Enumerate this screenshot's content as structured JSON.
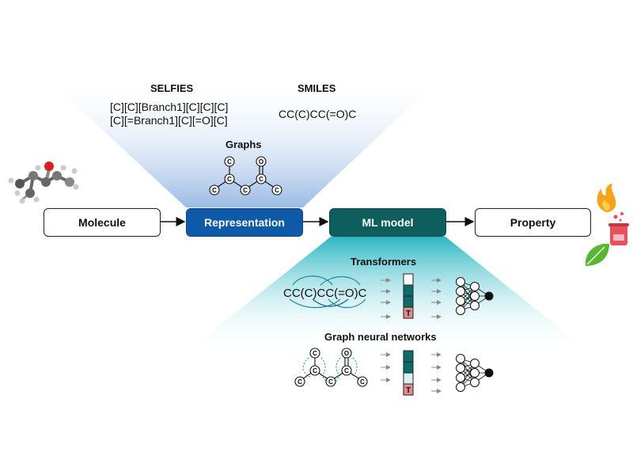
{
  "colors": {
    "representation_fill": "#0f5aa8",
    "ml_model_fill": "#0e5e5e",
    "blue_cone": "#9dbbe3",
    "teal_cone": "#2fb8c4",
    "token_dark": "#0d6b6b",
    "token_red": "#e58b8b"
  },
  "pipeline": {
    "molecule": "Molecule",
    "representation": "Representation",
    "ml_model": "ML model",
    "property": "Property"
  },
  "representations": {
    "selfies_title": "SELFIES",
    "selfies_line1": "[C][C][Branch1][C][C][C]",
    "selfies_line2": "[C][=Branch1][C][=O][C]",
    "smiles_title": "SMILES",
    "smiles_value": "CC(C)CC(=O)C",
    "graphs_title": "Graphs"
  },
  "models": {
    "transformers_title": "Transformers",
    "transformers_input": "CC(C)CC(=O)C",
    "gnn_title": "Graph neural networks",
    "token_label": "T"
  },
  "atoms": {
    "carbon": "C",
    "oxygen": "O"
  },
  "icons": [
    "molecule-3d-icon",
    "flame-icon",
    "flask-icon",
    "leaf-icon"
  ]
}
